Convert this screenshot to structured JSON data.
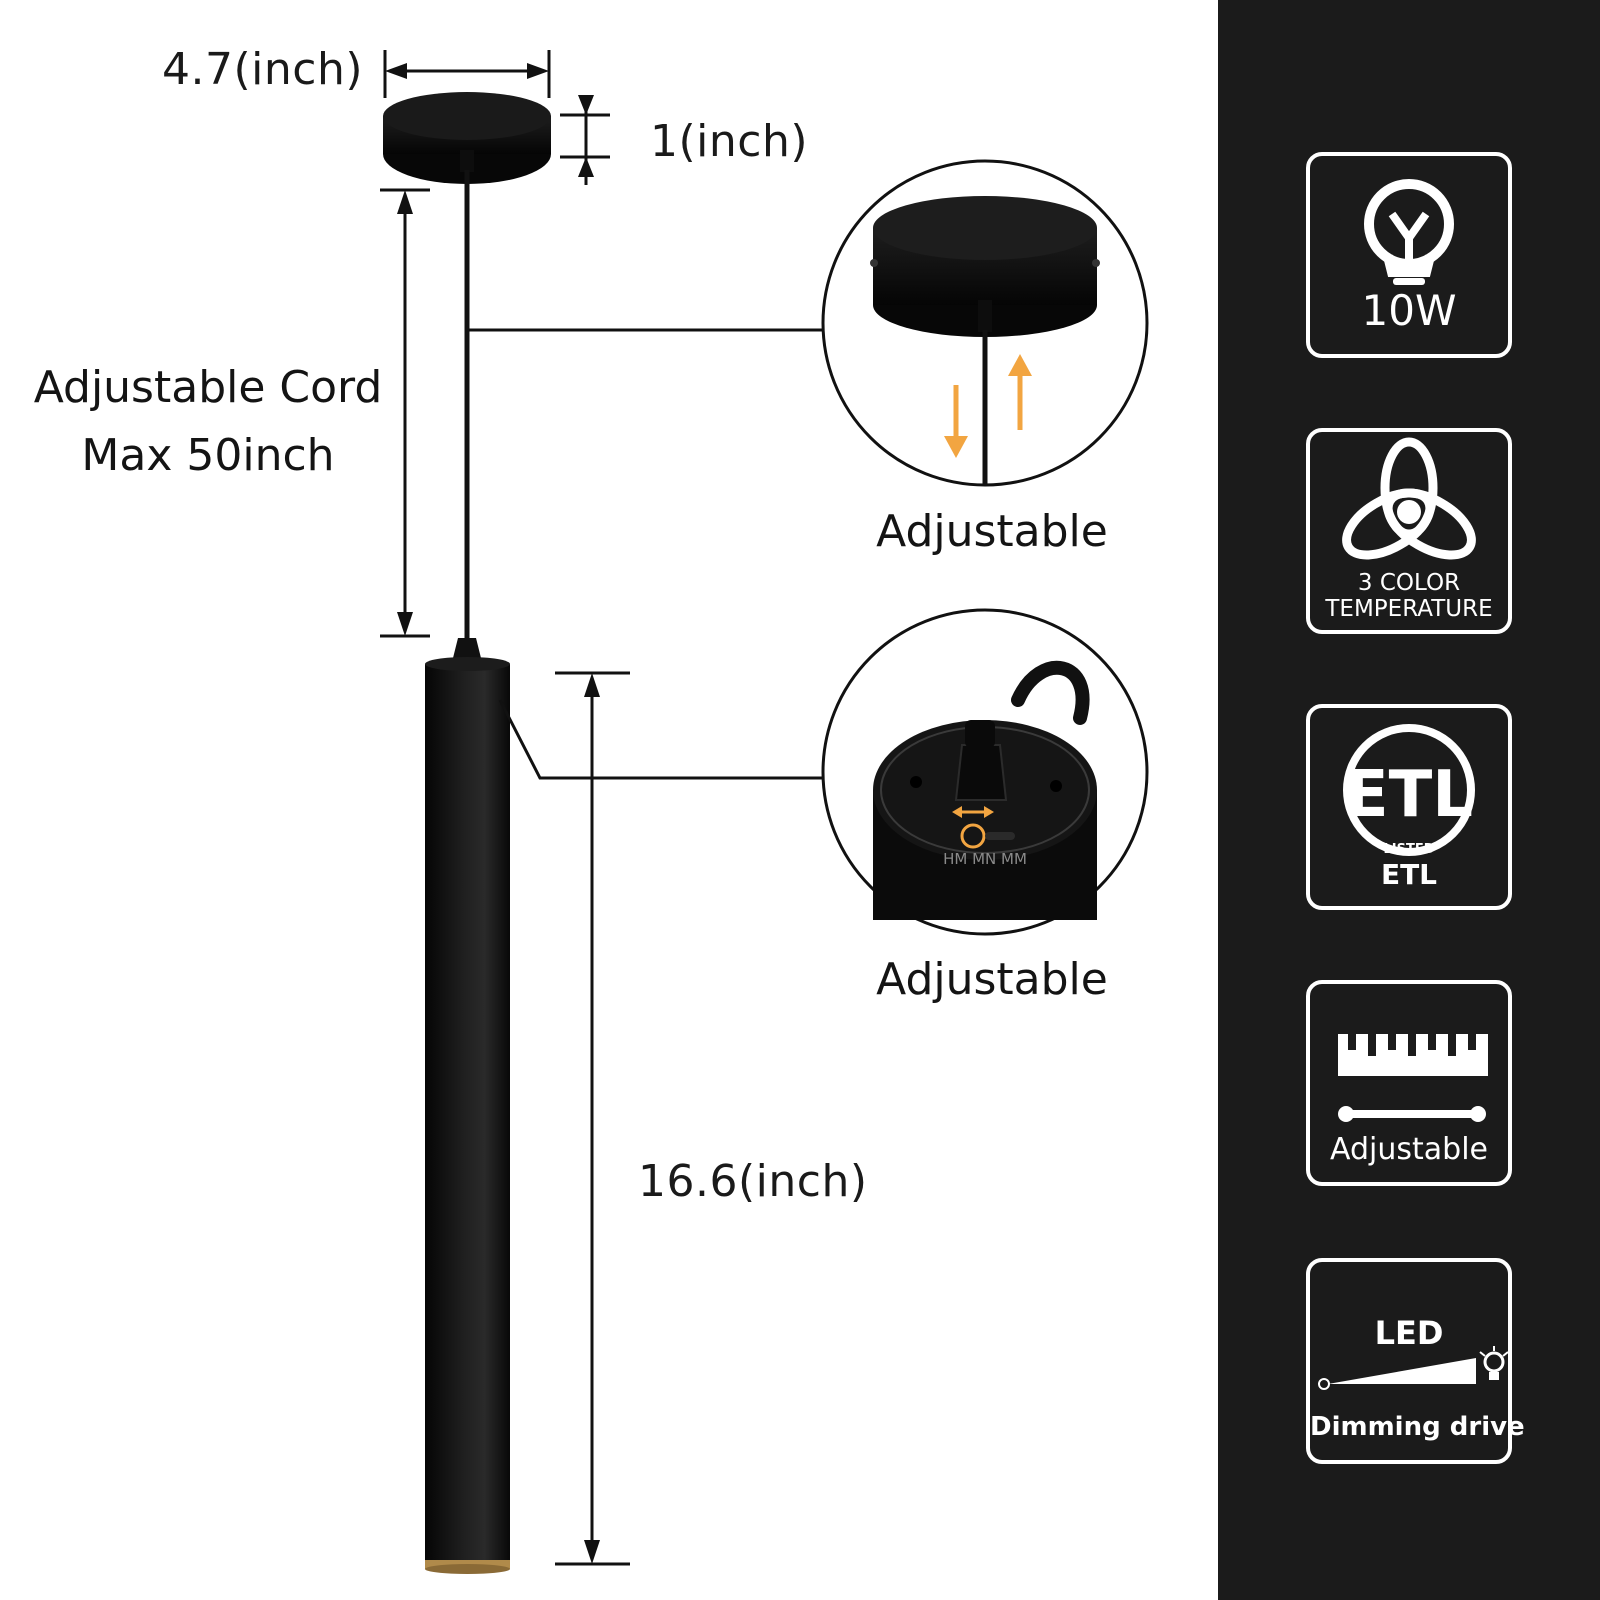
{
  "dimensions": {
    "canopy_width": "4.7(inch)",
    "canopy_height": "1(inch)",
    "cord_label_line1": "Adjustable Cord",
    "cord_label_line2": "Max 50inch",
    "tube_length": "16.6(inch)"
  },
  "details": {
    "canopy_detail_label": "Adjustable",
    "switch_detail_label": "Adjustable",
    "switch_markings": "HM MN MM"
  },
  "badges": [
    {
      "icon": "light-bulb-icon",
      "label": "10W"
    },
    {
      "icon": "color-temperature-icon",
      "label_line1": "3 COLOR",
      "label_line2": "TEMPERATURE"
    },
    {
      "icon": "etl-listed-icon",
      "label": "ETL",
      "seal_letters": "ETL",
      "seal_ring_text": "LISTED"
    },
    {
      "icon": "ruler-icon",
      "label": "Adjustable"
    },
    {
      "icon": "dimming-icon",
      "label_line1": "LED",
      "label_line2": "Dimming drive"
    }
  ],
  "colors": {
    "panel_background": "#1b1b1b",
    "fixture_black": "#0f0f0f",
    "arrow_orange": "#f2a541",
    "brass_ring": "#b08a4a"
  }
}
